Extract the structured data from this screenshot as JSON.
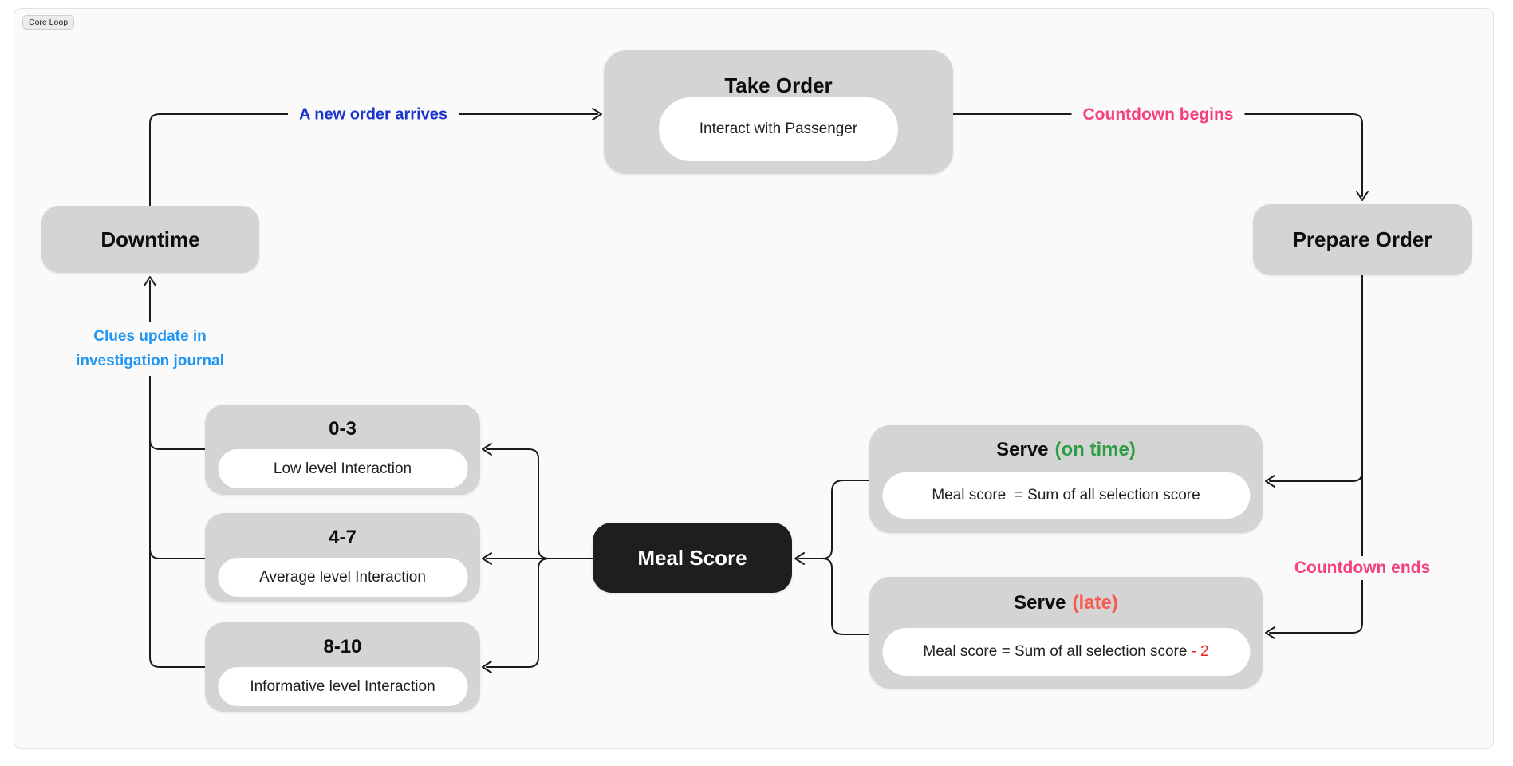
{
  "badge": "Core Loop",
  "nodes": {
    "take_order": {
      "title": "Take Order",
      "pill": "Interact with Passenger"
    },
    "downtime": {
      "title": "Downtime"
    },
    "prepare_order": {
      "title": "Prepare Order"
    },
    "meal_score": {
      "title": "Meal Score"
    },
    "score_0_3": {
      "title": "0-3",
      "pill": "Low level Interaction"
    },
    "score_4_7": {
      "title": "4-7",
      "pill": "Average level Interaction"
    },
    "score_8_10": {
      "title": "8-10",
      "pill": "Informative level Interaction"
    },
    "serve_on_time": {
      "title_main": "Serve",
      "title_accent": "(on time)",
      "pill": "Meal score  = Sum of all selection score"
    },
    "serve_late": {
      "title_main": "Serve",
      "title_accent": "(late)",
      "pill_main": "Meal score = Sum of all selection score",
      "pill_accent": "- 2"
    }
  },
  "labels": {
    "new_order": "A new order arrives",
    "countdown_begins": "Countdown begins",
    "countdown_ends": "Countdown ends",
    "clues_line1": "Clues update in",
    "clues_line2": "investigation journal"
  },
  "colors": {
    "canvas_bg": "#fafafa",
    "node_gray": "#d4d4d4",
    "node_dark": "#1e1e1e",
    "connector_line": "#1b1b1b",
    "label_blue": "#1a35cb",
    "label_sky_blue": "#2196f3",
    "label_pink": "#f5407a",
    "accent_green": "#2d9e45",
    "accent_salmon": "#f75b52",
    "accent_red": "#ef2121"
  }
}
